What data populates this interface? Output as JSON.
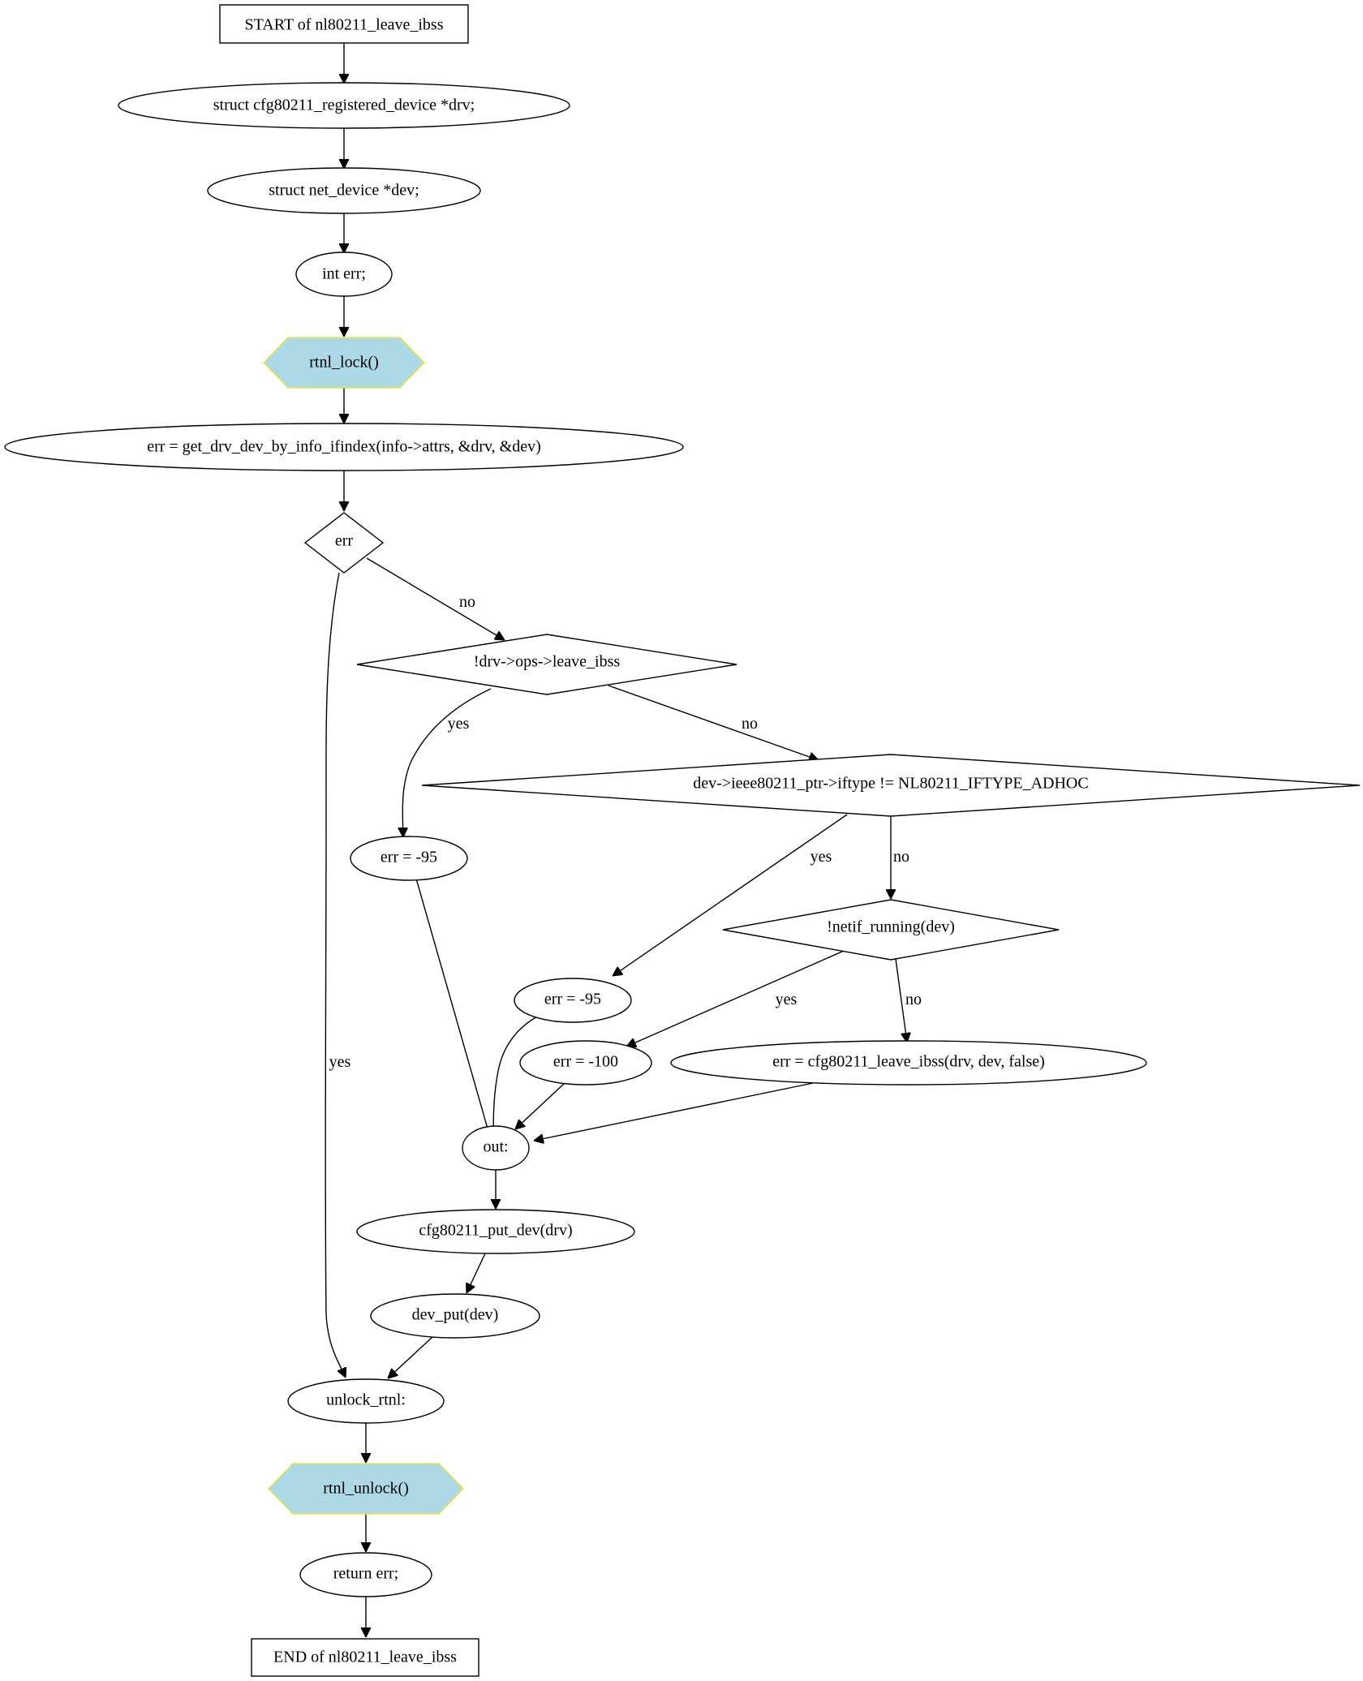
{
  "nodes": {
    "start": "START of nl80211_leave_ibss",
    "decl_drv": "struct cfg80211_registered_device *drv;",
    "decl_dev": "struct net_device *dev;",
    "decl_err": "int err;",
    "rtnl_lock": "rtnl_lock()",
    "get_drv": "err = get_drv_dev_by_info_ifindex(info->attrs, &drv, &dev)",
    "cond_err": "err",
    "cond_ops": "!drv->ops->leave_ibss",
    "cond_iftype": "dev->ieee80211_ptr->iftype != NL80211_IFTYPE_ADHOC",
    "err95_a": "err = -95",
    "cond_running": "!netif_running(dev)",
    "err95_b": "err = -95",
    "err100": "err = -100",
    "leave_call": "err = cfg80211_leave_ibss(drv, dev, false)",
    "out": "out:",
    "put_dev": "cfg80211_put_dev(drv)",
    "dev_put": "dev_put(dev)",
    "unlock_label": "unlock_rtnl:",
    "rtnl_unlock": "rtnl_unlock()",
    "ret": "return err;",
    "end": "END of nl80211_leave_ibss"
  },
  "edge_labels": {
    "err_no": "no",
    "err_yes": "yes",
    "ops_yes": "yes",
    "ops_no": "no",
    "iftype_yes": "yes",
    "iftype_no": "no",
    "running_yes": "yes",
    "running_no": "no"
  },
  "colors": {
    "lock_fill": "#add8e6",
    "lock_border": "#e6e64c"
  }
}
